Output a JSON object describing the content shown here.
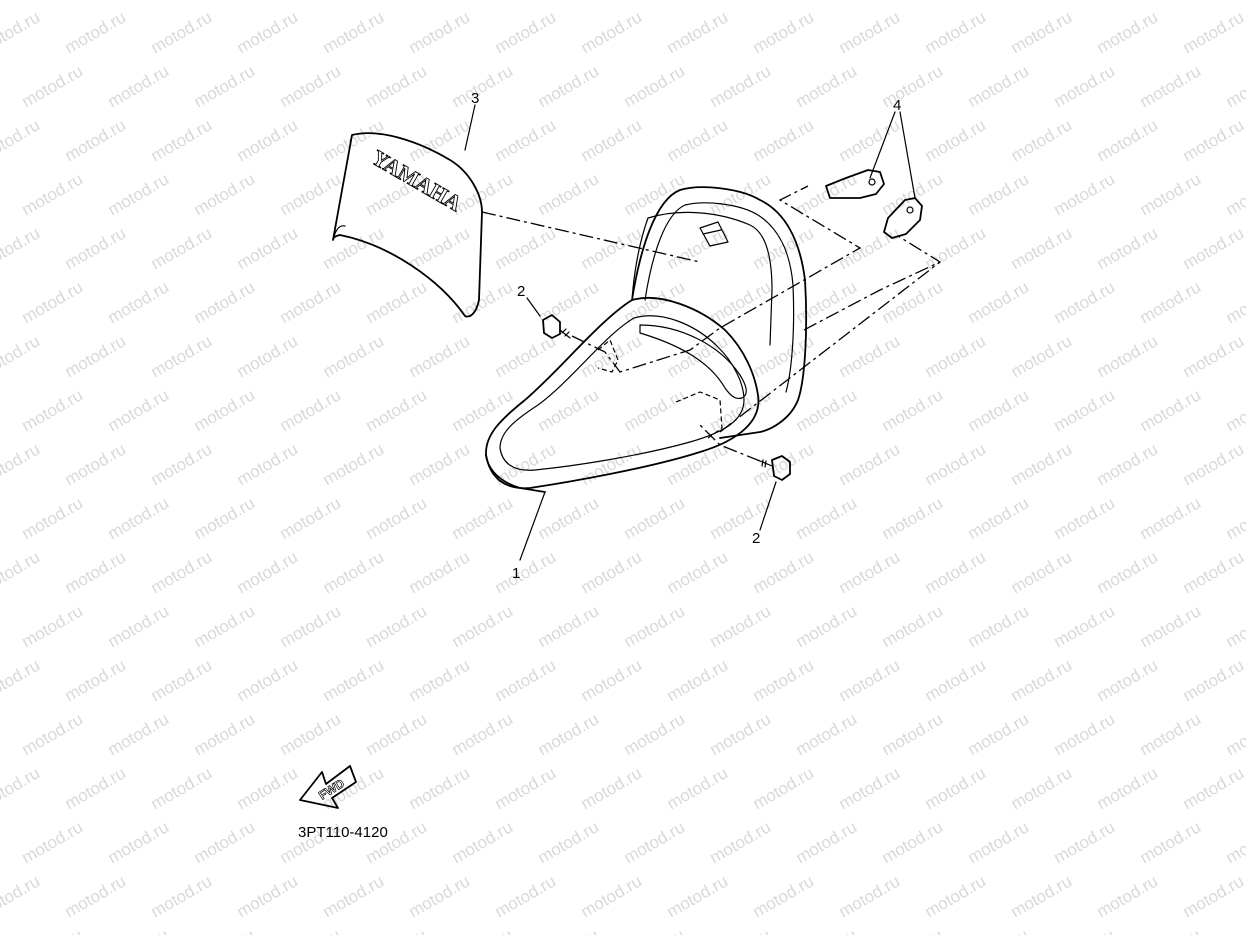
{
  "watermark": "motod.ru",
  "part_code": "3PT110-4120",
  "brand_text": "YAMAHA",
  "fwd_label": "FWD",
  "callouts": [
    {
      "id": "seat",
      "label": "1"
    },
    {
      "id": "screw-left",
      "label": "2"
    },
    {
      "id": "screw-right",
      "label": "2"
    },
    {
      "id": "seat-cover",
      "label": "3"
    },
    {
      "id": "brackets",
      "label": "4"
    }
  ]
}
